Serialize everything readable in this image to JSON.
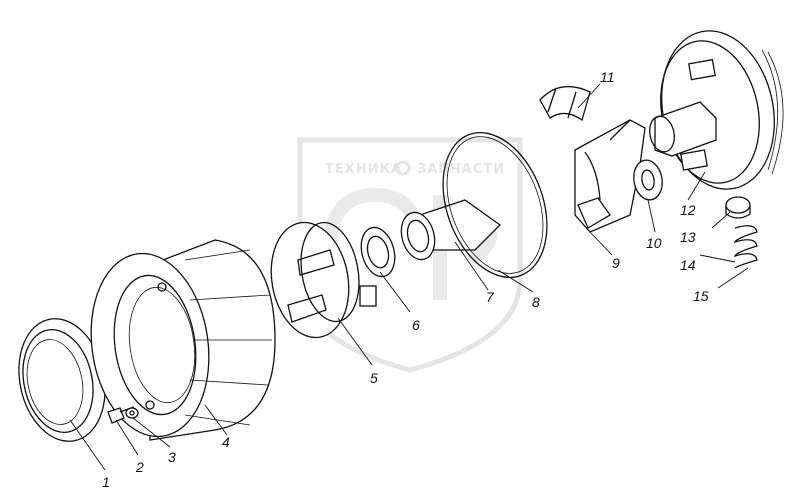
{
  "watermark": {
    "text_left": "ТЕХНИКА",
    "text_right": "ЗАПЧАСТИ",
    "emblem": "gear-icon",
    "color": "#cfcfcf"
  },
  "callouts": {
    "c1": "1",
    "c2": "2",
    "c3": "3",
    "c4": "4",
    "c5": "5",
    "c6": "6",
    "c7": "7",
    "c8": "8",
    "c9": "9",
    "c10": "10",
    "c11": "11",
    "c12": "12",
    "c13": "13",
    "c14": "14",
    "c15": "15"
  }
}
